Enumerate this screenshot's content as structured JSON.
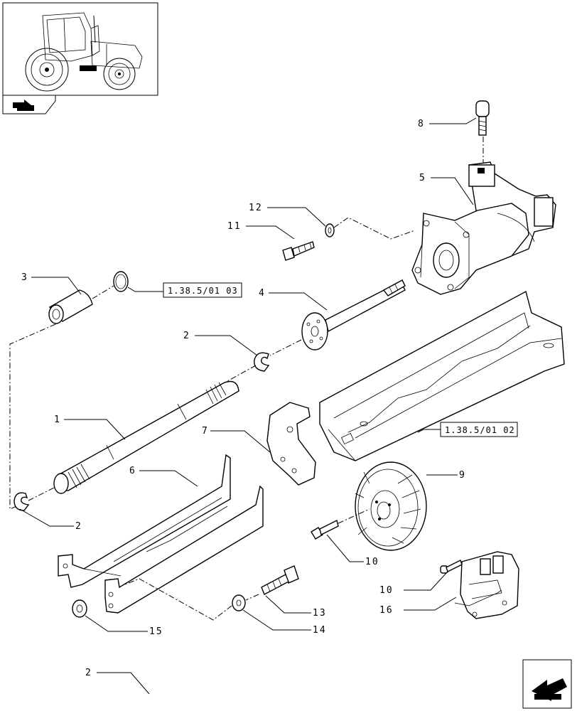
{
  "callouts": {
    "c1": "1",
    "c2a": "2",
    "c2b": "2",
    "c2c": "2",
    "c3": "3",
    "c4": "4",
    "c5": "5",
    "c6": "6",
    "c7": "7",
    "c8": "8",
    "c9": "9",
    "c10a": "10",
    "c10b": "10",
    "c11": "11",
    "c12": "12",
    "c13": "13",
    "c14": "14",
    "c15": "15",
    "c16": "16"
  },
  "references": {
    "ref1": "1.38.5/01 03",
    "ref2": "1.38.5/01 02"
  },
  "icons": {
    "thumbnail": "tractor-thumbnail-icon",
    "section": "section-arrow-icon",
    "navigation": "navigate-previous-arrow-icon"
  }
}
